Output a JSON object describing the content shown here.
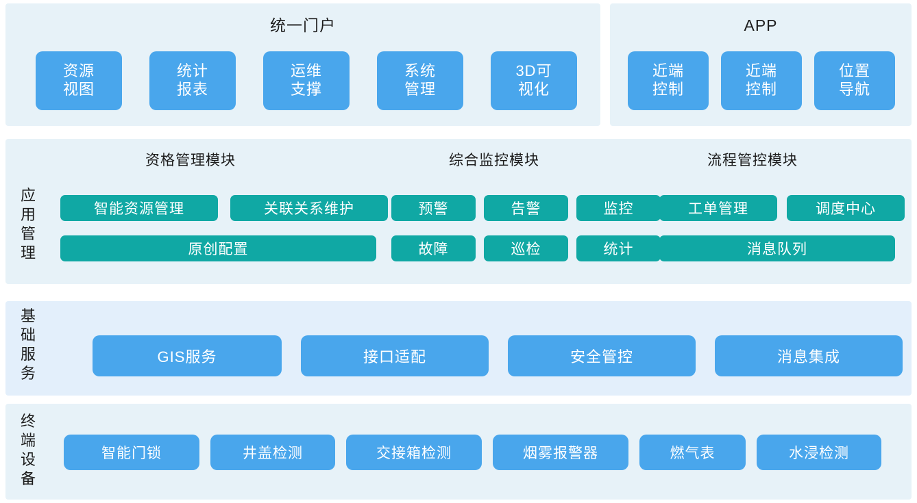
{
  "colors": {
    "panel_bg": "#e7f2f8",
    "panel_bg_alt": "#e3effb",
    "tile_blue": "#49a6ec",
    "chip_teal": "#10a8a4",
    "page_bg": "#ffffff",
    "text_dark": "#1c1c1c",
    "text_light": "#ffffff"
  },
  "portal": {
    "title": "统一门户",
    "tiles": [
      {
        "line1": "资源",
        "line2": "视图"
      },
      {
        "line1": "统计",
        "line2": "报表"
      },
      {
        "line1": "运维",
        "line2": "支撑"
      },
      {
        "line1": "系统",
        "line2": "管理"
      },
      {
        "line1": "3D可",
        "line2": "视化"
      }
    ]
  },
  "app": {
    "title": "APP",
    "tiles": [
      {
        "line1": "近端",
        "line2": "控制"
      },
      {
        "line1": "近端",
        "line2": "控制"
      },
      {
        "line1": "位置",
        "line2": "导航"
      }
    ]
  },
  "app_management": {
    "side_label": "应用管理",
    "groups": [
      {
        "title": "资格管理模块",
        "row1": [
          "智能资源管理",
          "关联关系维护"
        ],
        "row2": [
          "原创配置"
        ]
      },
      {
        "title": "综合监控模块",
        "row1": [
          "预警",
          "告警",
          "监控"
        ],
        "row2": [
          "故障",
          "巡检",
          "统计"
        ]
      },
      {
        "title": "流程管控模块",
        "row1": [
          "工单管理",
          "调度中心"
        ],
        "row2": [
          "消息队列"
        ]
      }
    ]
  },
  "basic_services": {
    "side_label": "基础服务",
    "tiles": [
      "GIS服务",
      "接口适配",
      "安全管控",
      "消息集成"
    ]
  },
  "terminal_devices": {
    "side_label": "终端设备",
    "tiles": [
      "智能门锁",
      "井盖检测",
      "交接箱检测",
      "烟雾报警器",
      "燃气表",
      "水浸检测"
    ]
  }
}
